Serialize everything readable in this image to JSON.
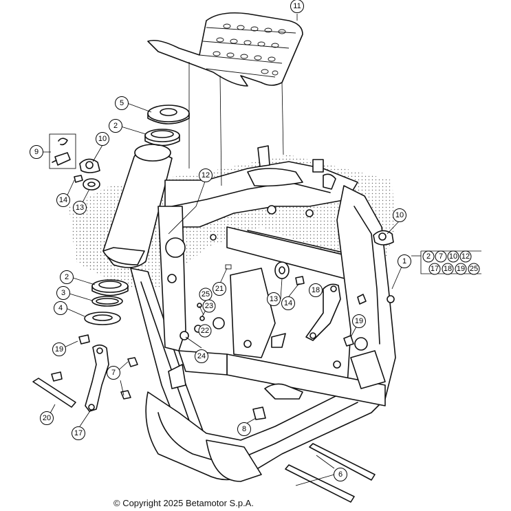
{
  "diagram": {
    "copyright": "© Copyright 2025 Betamotor S.p.A.",
    "callouts": [
      "1",
      "2",
      "2",
      "3",
      "4",
      "5",
      "6",
      "7",
      "8",
      "9",
      "10",
      "10",
      "11",
      "12",
      "13",
      "13",
      "14",
      "14",
      "17",
      "18",
      "19",
      "19",
      "20",
      "21",
      "22",
      "23",
      "24",
      "25"
    ],
    "kit_group": [
      "2",
      "7",
      "10",
      "12",
      "17",
      "18",
      "19",
      "25"
    ]
  }
}
